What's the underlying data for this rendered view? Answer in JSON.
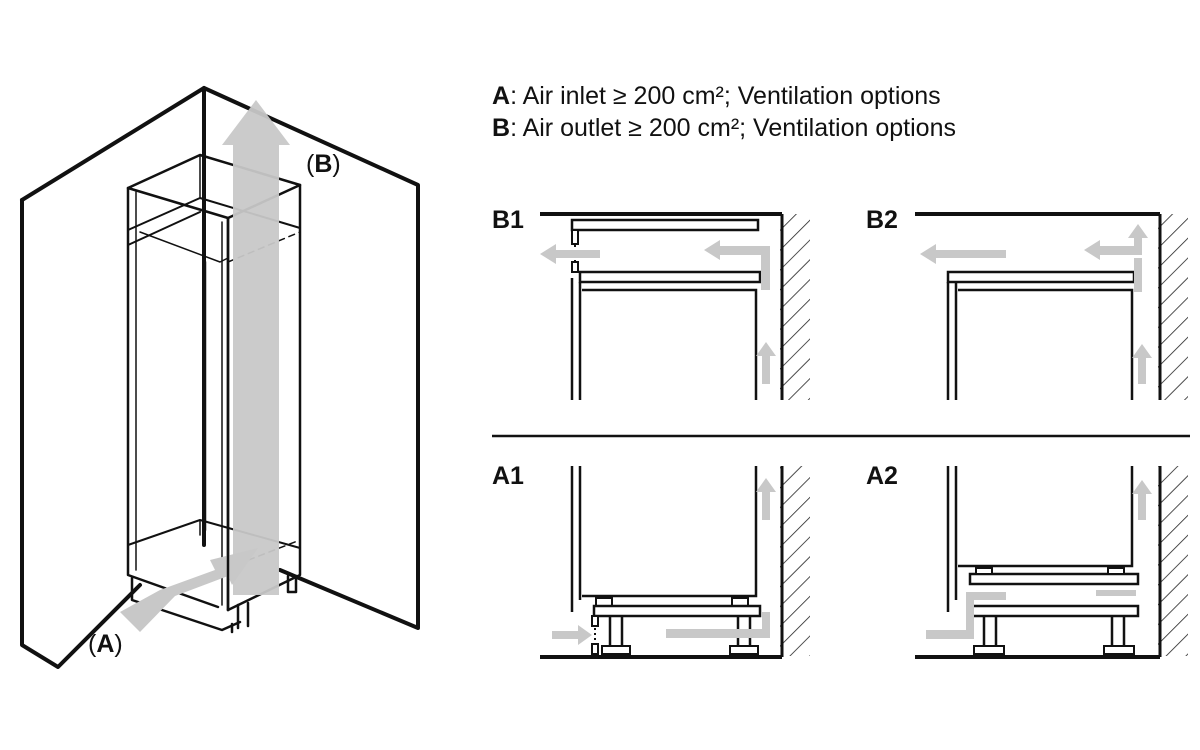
{
  "legend": {
    "a_key": "A",
    "a_text": ": Air inlet ≥ 200 cm²; Ventilation options",
    "b_key": "B",
    "b_text": ": Air outlet ≥ 200 cm²; Ventilation options"
  },
  "callouts": {
    "open": "(",
    "close": ")",
    "a": "A",
    "b": "B"
  },
  "panels": {
    "b1": "B1",
    "b2": "B2",
    "a1": "A1",
    "a2": "A2"
  },
  "colors": {
    "line": "#111111",
    "arrow": "#c8c8c8",
    "hatch": "#222222"
  }
}
